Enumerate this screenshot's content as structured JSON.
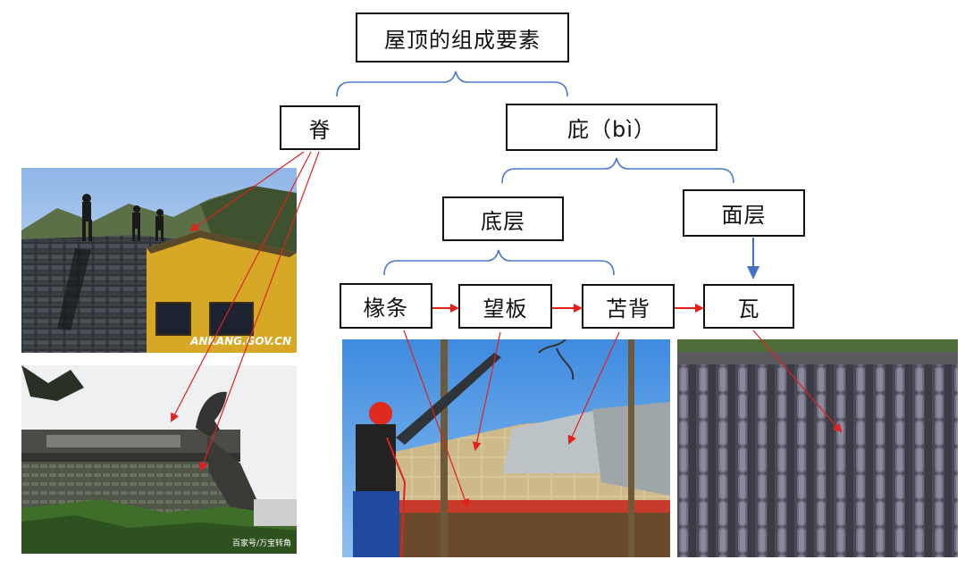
{
  "nodes": {
    "root": "屋顶的组成要素",
    "ridge": "脊",
    "bi": "庇（bì）",
    "base_layer": "底层",
    "surface_layer": "面层",
    "rafter": "椽条",
    "roof_board": "望板",
    "underlay": "苫背",
    "tile": "瓦"
  },
  "watermarks": {
    "ankang": "ANKANG.GOV.CN",
    "source": "百家号/万宝转角"
  },
  "colors": {
    "brace": "#4a7ac9",
    "arrow": "#e3201b",
    "down_arrow": "#4472c4"
  }
}
